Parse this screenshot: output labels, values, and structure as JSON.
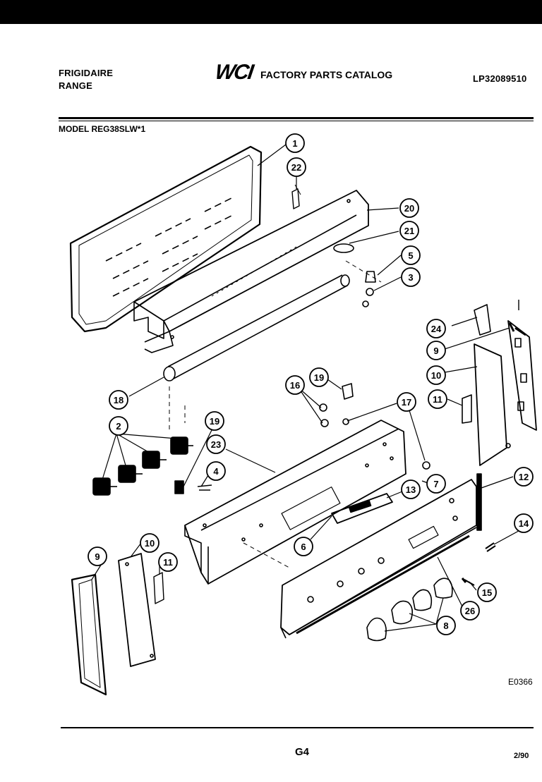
{
  "header": {
    "brand": "FRIGIDAIRE",
    "product": "RANGE",
    "logo": "WCI",
    "catalog_title": "FACTORY PARTS CATALOG",
    "catalog_number": "LP32089510",
    "model": "MODEL REG38SLW*1"
  },
  "diagram": {
    "callouts": [
      "1",
      "22",
      "20",
      "21",
      "5",
      "3",
      "24",
      "9",
      "10",
      "11",
      "18",
      "19",
      "16",
      "17",
      "2",
      "19",
      "23",
      "4",
      "7",
      "12",
      "13",
      "6",
      "14",
      "9",
      "10",
      "11",
      "15",
      "26",
      "8"
    ],
    "drawing_code": "E0366"
  },
  "footer": {
    "page": "G4",
    "date": "2/90"
  }
}
